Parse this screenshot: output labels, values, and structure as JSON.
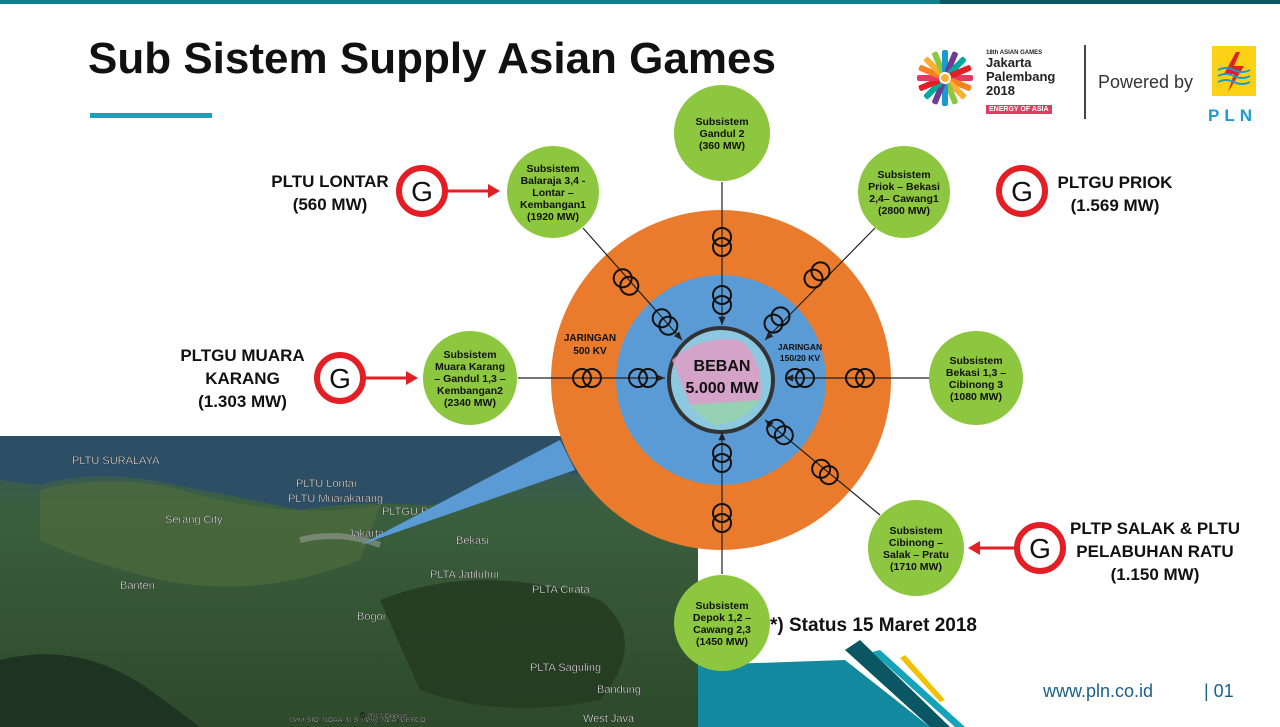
{
  "title": "Sub Sistem Supply Asian Games",
  "logo": {
    "small": "18th ASIAN GAMES",
    "city1": "Jakarta",
    "city2": "Palembang",
    "year": "2018",
    "energy": "ENERGY OF ASIA",
    "powered_by": "Powered by",
    "pln": "PLN"
  },
  "center": {
    "name": "BEBAN",
    "value": "5.000 MW"
  },
  "rings": {
    "outer": "JARINGAN\n500 KV",
    "inner": "JARINGAN\n150/20 KV"
  },
  "subsystems": [
    {
      "id": "gandul2",
      "lines": [
        "Subsistem",
        "Gandul 2",
        "(360 MW)"
      ]
    },
    {
      "id": "balaraja",
      "lines": [
        "Subsistem",
        "Balaraja 3,4 -",
        "Lontar –",
        "Kembangan1",
        "(1920 MW)"
      ]
    },
    {
      "id": "priok",
      "lines": [
        "Subsistem",
        "Priok – Bekasi",
        "2,4– Cawang1",
        "(2800 MW)"
      ]
    },
    {
      "id": "muarakarang",
      "lines": [
        "Subsistem",
        "Muara Karang",
        "– Gandul 1,3 –",
        "Kembangan2",
        "(2340 MW)"
      ]
    },
    {
      "id": "bekasi",
      "lines": [
        "Subsistem",
        "Bekasi 1,3 –",
        "Cibinong 3",
        "(1080 MW)"
      ]
    },
    {
      "id": "cibinong",
      "lines": [
        "Subsistem",
        "Cibinong –",
        "Salak – Pratu",
        "(1710 MW)"
      ]
    },
    {
      "id": "depok",
      "lines": [
        "Subsistem",
        "Depok 1,2 –",
        "Cawang 2,3",
        "(1450 MW)"
      ]
    }
  ],
  "plants": [
    {
      "id": "lontar",
      "lines": [
        "PLTU LONTAR",
        "(560 MW)"
      ]
    },
    {
      "id": "priok",
      "lines": [
        "PLTGU PRIOK",
        "(1.569 MW)"
      ]
    },
    {
      "id": "muarakarang",
      "lines": [
        "PLTGU MUARA",
        "KARANG",
        "(1.303 MW)"
      ]
    },
    {
      "id": "salak",
      "lines": [
        "PLTP SALAK & PLTU",
        "PELABUHAN RATU",
        "(1.150 MW)"
      ]
    }
  ],
  "generator_symbol": "G",
  "map_labels": [
    "PLTU SURALAYA",
    "PLTU Lontar",
    "PLTU Muarakarang",
    "PLTGU Pr",
    "Serang City",
    "Jakarta",
    "Bekasi",
    "PLTA Jatiluhur",
    "PLTA Cirata",
    "Banten",
    "Bogor",
    "PLTA Saguling",
    "Bandung",
    "West Java",
    "Data SIO, NOAA, U.S. Navy, NGA, GEBCO",
    "© 2017 Google"
  ],
  "status": "*) Status 15 Maret 2018",
  "footer": {
    "url": "www.pln.co.id",
    "page": "| 01"
  },
  "colors": {
    "outer_ring": "#ea7a2c",
    "inner_ring": "#5b9bd5",
    "subsystem": "#8dc63f",
    "generator": "#e31e24",
    "accent": "#14a3b8"
  }
}
